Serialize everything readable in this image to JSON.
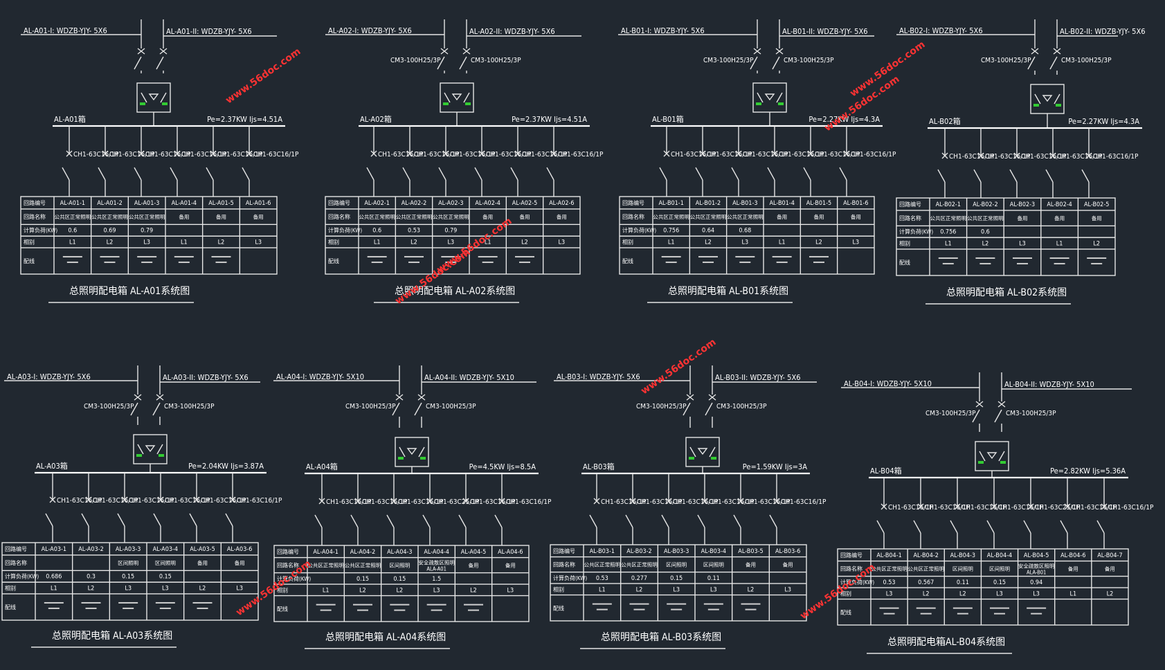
{
  "panels": [
    {
      "feeder_left": "AL-A01-I: WDZB-YJY- 5X6",
      "feeder_right": "AL-A01-II: WDZB-YJY- 5X6",
      "breaker_left": "",
      "breaker_right": "",
      "bus_label": "AL-A01箱",
      "load_label": "Pe=2.37KW Ijs=4.51A",
      "branch_breakers": [
        "CH1-63C16/1P",
        "CH1-63C16/1P",
        "CH1-63C16/1P",
        "CH1-63C16/1P",
        "CH1-63C16/1P",
        "CH1-63C16/1P"
      ],
      "table": {
        "row_headers": [
          "回路编号",
          "回路名称",
          "计算负荷(KW)",
          "相别",
          "配线"
        ],
        "circuits": [
          "AL-A01-1",
          "AL-A01-2",
          "AL-A01-3",
          "AL-A01-4",
          "AL-A01-5",
          "AL-A01-6"
        ],
        "names": [
          "公共区正常照明",
          "公共区正常照明",
          "公共区正常照明",
          "备用",
          "备用",
          "备用"
        ],
        "loads": [
          "0.6",
          "0.69",
          "0.79",
          "",
          "",
          ""
        ],
        "phases": [
          "L1",
          "L2",
          "L3",
          "L1",
          "L2",
          "L3"
        ]
      },
      "title": "总照明配电箱 AL-A01系统图"
    },
    {
      "feeder_left": "AL-A02-I: WDZB-YJY- 5X6",
      "feeder_right": "AL-A02-II: WDZB-YJY- 5X6",
      "breaker_left": "CM3-100H25/3P",
      "breaker_right": "CM3-100H25/3P",
      "bus_label": "AL-A02箱",
      "load_label": "Pe=2.37KW Ijs=4.51A",
      "branch_breakers": [
        "CH1-63C16/1P",
        "CH1-63C16/1P",
        "CH1-63C16/1P",
        "CH1-63C16/1P",
        "CH1-63C16/1P",
        "CH1-63C16/1P"
      ],
      "table": {
        "row_headers": [
          "回路编号",
          "回路名称",
          "计算负荷(KW)",
          "相别",
          "配线"
        ],
        "circuits": [
          "AL-A02-1",
          "AL-A02-2",
          "AL-A02-3",
          "AL-A02-4",
          "AL-A02-5",
          "AL-A02-6"
        ],
        "names": [
          "公共区正常照明",
          "公共区正常照明",
          "公共区正常照明",
          "备用",
          "备用",
          "备用"
        ],
        "loads": [
          "0.6",
          "0.53",
          "0.79",
          "",
          "",
          ""
        ],
        "phases": [
          "L1",
          "L2",
          "L3",
          "L1",
          "L2",
          "L3"
        ]
      },
      "title": "总照明配电箱 AL-A02系统图"
    },
    {
      "feeder_left": "AL-B01-I: WDZB-YJY- 5X6",
      "feeder_right": "AL-B01-II: WDZB-YJY- 5X6",
      "breaker_left": "CM3-100H25/3P",
      "breaker_right": "CM3-100H25/3P",
      "bus_label": "AL-B01箱",
      "load_label": "Pe=2.27KW Ijs=4.3A",
      "branch_breakers": [
        "CH1-63C16/1P",
        "CH1-63C16/1P",
        "CH1-63C16/1P",
        "CH1-63C16/1P",
        "CH1-63C16/1P",
        "CH1-63C16/1P"
      ],
      "table": {
        "row_headers": [
          "回路编号",
          "回路名称",
          "计算负荷(KW)",
          "相别",
          "配线"
        ],
        "circuits": [
          "AL-B01-1",
          "AL-B01-2",
          "AL-B01-3",
          "AL-B01-4",
          "AL-B01-5",
          "AL-B01-6"
        ],
        "names": [
          "公共区正常照明",
          "公共区正常照明",
          "公共区正常照明",
          "备用",
          "备用",
          "备用"
        ],
        "loads": [
          "0.756",
          "0.64",
          "0.68",
          "",
          "",
          ""
        ],
        "phases": [
          "L1",
          "L2",
          "L3",
          "L1",
          "L2",
          "L3"
        ]
      },
      "title": "总照明配电箱 AL-B01系统图"
    },
    {
      "feeder_left": "AL-B02-I: WDZB-YJY- 5X6",
      "feeder_right": "AL-B02-II: WDZB-YJY- 5X6",
      "breaker_left": "CM3-100H25/3P",
      "breaker_right": "CM3-100H25/3P",
      "bus_label": "AL-B02箱",
      "load_label": "Pe=2.27KW Ijs=4.3A",
      "branch_breakers": [
        "CH1-63C16/1P",
        "CH1-63C16/1P",
        "CH1-63C16/1P",
        "CH1-63C16/1P",
        "CH1-63C16/1P"
      ],
      "table": {
        "row_headers": [
          "回路编号",
          "回路名称",
          "计算负荷(KW)",
          "相别",
          "配线"
        ],
        "circuits": [
          "AL-B02-1",
          "AL-B02-2",
          "AL-B02-3",
          "AL-B02-4",
          "AL-B02-5"
        ],
        "names": [
          "公共区正常照明",
          "公共区正常照明",
          "备用",
          "备用",
          "备用"
        ],
        "loads": [
          "0.756",
          "0.6",
          "",
          "",
          ""
        ],
        "phases": [
          "L1",
          "L2",
          "L3",
          "L1",
          "L2"
        ]
      },
      "title": "总照明配电箱 AL-B02系统图"
    },
    {
      "feeder_left": "AL-A03-I: WDZB-YJY- 5X6",
      "feeder_right": "AL-A03-II: WDZB-YJY- 5X6",
      "breaker_left": "CM3-100H25/3P",
      "breaker_right": "CM3-100H25/3P",
      "bus_label": "AL-A03箱",
      "load_label": "Pe=2.04KW Ijs=3.87A",
      "branch_breakers": [
        "CH1-63C16/1P",
        "CH1-63C16/1P",
        "CH1-63C16/1P",
        "CH1-63C16/1P",
        "CH1-63C16/1P",
        "CH1-63C16/1P"
      ],
      "table": {
        "row_headers": [
          "回路编号",
          "回路名称",
          "计算负荷(KW)",
          "相别",
          "配线"
        ],
        "circuits": [
          "AL-A03-1",
          "AL-A03-2",
          "AL-A03-3",
          "AL-A03-4",
          "AL-A03-5",
          "AL-A03-6"
        ],
        "names": [
          "",
          "",
          "区间照明",
          "区间照明",
          "备用",
          "备用"
        ],
        "loads": [
          "0.686",
          "0.3",
          "0.15",
          "0.15",
          "",
          ""
        ],
        "phases": [
          "L1",
          "L2",
          "L3",
          "L3",
          "L2",
          "L3"
        ]
      },
      "title": "总照明配电箱 AL-A03系统图"
    },
    {
      "feeder_left": "AL-A04-I: WDZB-YJY- 5X10",
      "feeder_right": "AL-A04-II: WDZB-YJY- 5X10",
      "breaker_left": "CM3-100H25/3P",
      "breaker_right": "CM3-100H25/3P",
      "bus_label": "AL-A04箱",
      "load_label": "Pe=4.5KW Ijs=8.5A",
      "branch_breakers": [
        "CH1-63C16/1P",
        "CH1-63C16/1P",
        "CH1-63C16/1P",
        "CH1-63C25/1P",
        "CH1-63C16/1P",
        "CH1-63C16/1P"
      ],
      "table": {
        "row_headers": [
          "回路编号",
          "回路名称",
          "计算负荷(KW)",
          "相别",
          "配线"
        ],
        "circuits": [
          "AL-A04-1",
          "AL-A04-2",
          "AL-A04-3",
          "AL-A04-4",
          "AL-A04-5",
          "AL-A04-6"
        ],
        "names": [
          "公共区正常照明",
          "公共区正常照明",
          "区间照明",
          "安全疏散区照明 ALA-A01",
          "备用",
          "备用"
        ],
        "loads": [
          "",
          "0.15",
          "0.15",
          "1.5",
          "",
          ""
        ],
        "phases": [
          "L1",
          "L2",
          "L2",
          "L3",
          "L2",
          "L3"
        ]
      },
      "title": "总照明配电箱 AL-A04系统图"
    },
    {
      "feeder_left": "AL-B03-I: WDZB-YJY- 5X6",
      "feeder_right": "AL-B03-II: WDZB-YJY- 5X6",
      "breaker_left": "CM3-100H25/3P",
      "breaker_right": "CM3-100H25/3P",
      "bus_label": "AL-B03箱",
      "load_label": "Pe=1.59KW Ijs=3A",
      "branch_breakers": [
        "CH1-63C16/1P",
        "CH1-63C16/1P",
        "CH1-63C16/1P",
        "CH1-63C16/1P",
        "CH1-63C16/1P",
        "CH1-63C16/1P"
      ],
      "table": {
        "row_headers": [
          "回路编号",
          "回路名称",
          "计算负荷(KW)",
          "相别",
          "配线"
        ],
        "circuits": [
          "AL-B03-1",
          "AL-B03-2",
          "AL-B03-3",
          "AL-B03-4",
          "AL-B03-5",
          "AL-B03-6"
        ],
        "names": [
          "公共区正常照明",
          "公共区正常照明",
          "区间照明",
          "区间照明",
          "备用",
          "备用"
        ],
        "loads": [
          "0.53",
          "0.277",
          "0.15",
          "0.11",
          "",
          ""
        ],
        "phases": [
          "L1",
          "L2",
          "L3",
          "L3",
          "L2",
          "L3"
        ]
      },
      "title": "总照明配电箱 AL-B03系统图"
    },
    {
      "feeder_left": "AL-B04-I: WDZB-YJY- 5X10",
      "feeder_right": "AL-B04-II: WDZB-YJY- 5X10",
      "breaker_left": "CM3-100H25/3P",
      "breaker_right": "CM3-100H25/3P",
      "bus_label": "AL-B04箱",
      "load_label": "Pe=2.82KW  Ijs=5.36A",
      "branch_breakers": [
        "CH1-63C16/1P",
        "CH1-63C16/1P",
        "CH1-63C16/1P",
        "CH1-63C16/1P",
        "CH1-63C25/1P",
        "CH1-63C16/1P",
        "CH1-63C16/1P"
      ],
      "table": {
        "row_headers": [
          "回路编号",
          "回路名称",
          "计算负荷(KW)",
          "相别",
          "配线"
        ],
        "circuits": [
          "AL-B04-1",
          "AL-B04-2",
          "AL-B04-3",
          "AL-B04-4",
          "AL-B04-5",
          "AL-B04-6",
          "AL-B04-7"
        ],
        "names": [
          "公共区正常照明",
          "公共区正常照明",
          "区间照明",
          "区间照明",
          "安全疏散区照明 ALA-B01",
          "备用",
          "备用"
        ],
        "loads": [
          "0.53",
          "0.567",
          "0.11",
          "0.15",
          "0.94",
          "",
          ""
        ],
        "phases": [
          "L3",
          "L2",
          "L2",
          "L3",
          "L3",
          "L1",
          "L2"
        ]
      },
      "title": "总照明配电箱AL-B04系统图"
    }
  ],
  "watermark": "www.56doc.com"
}
